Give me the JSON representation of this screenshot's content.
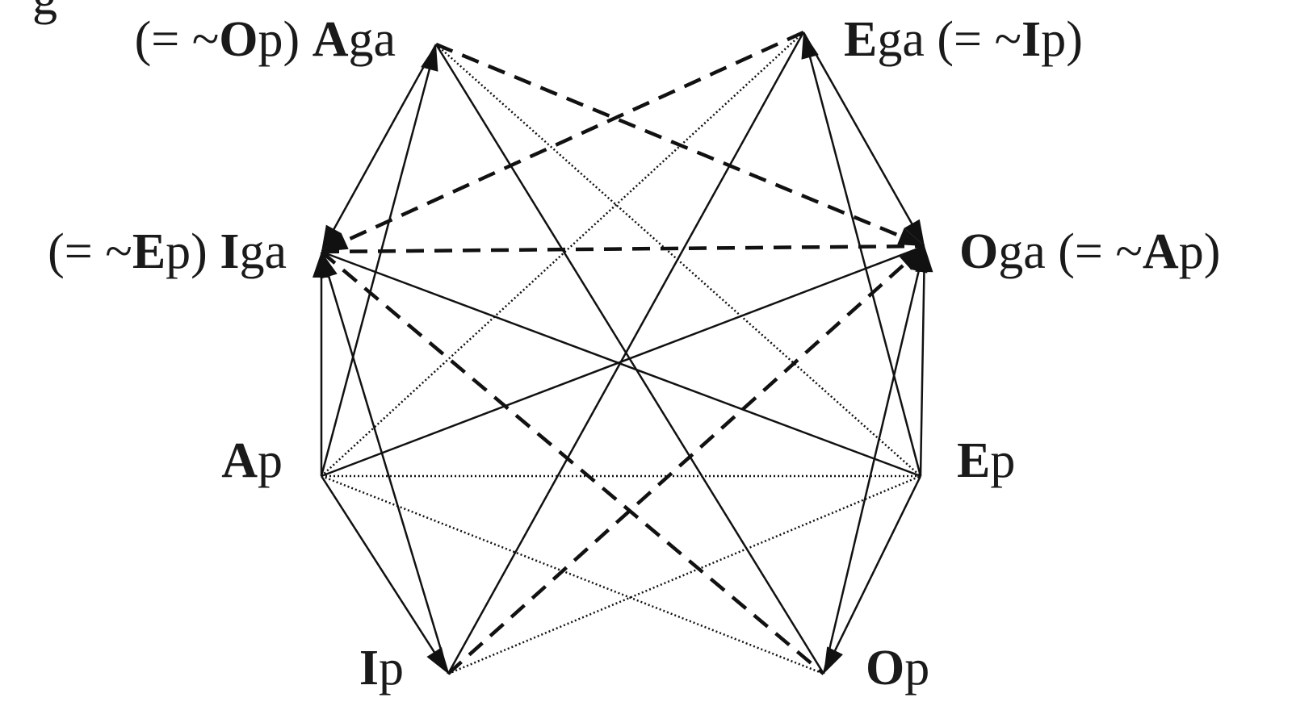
{
  "caption_fragment": "g",
  "nodes": [
    {
      "id": "Aga",
      "prefix": "(= ~",
      "prefix_bold": "O",
      "prefix_rest": "p) ",
      "bold": "A",
      "rest": "ga",
      "suffix": ""
    },
    {
      "id": "Ega",
      "prefix": "",
      "prefix_bold": "",
      "prefix_rest": "",
      "bold": "E",
      "rest": "ga",
      "suffix": " (= ~",
      "suffix_bold": "I",
      "suffix_rest": "p)"
    },
    {
      "id": "Iga",
      "prefix": "(= ~",
      "prefix_bold": "E",
      "prefix_rest": "p) ",
      "bold": "I",
      "rest": "ga",
      "suffix": ""
    },
    {
      "id": "Oga",
      "prefix": "",
      "prefix_bold": "",
      "prefix_rest": "",
      "bold": "O",
      "rest": "ga",
      "suffix": " (= ~",
      "suffix_bold": "A",
      "suffix_rest": "p)"
    },
    {
      "id": "Ap",
      "bold": "A",
      "rest": "p"
    },
    {
      "id": "Ep",
      "bold": "E",
      "rest": "p"
    },
    {
      "id": "Ip",
      "bold": "I",
      "rest": "p"
    },
    {
      "id": "Op",
      "bold": "O",
      "rest": "p"
    }
  ],
  "edges": [
    {
      "from": "Aga",
      "to": "Iga",
      "style": "solid",
      "arrow": true
    },
    {
      "from": "Ap",
      "to": "Aga",
      "style": "solid",
      "arrow": true
    },
    {
      "from": "Ega",
      "to": "Oga",
      "style": "solid",
      "arrow": true
    },
    {
      "from": "Ep",
      "to": "Ega",
      "style": "solid",
      "arrow": true
    },
    {
      "from": "Ap",
      "to": "Iga",
      "style": "solid",
      "arrow": true
    },
    {
      "from": "Ep",
      "to": "Oga",
      "style": "solid",
      "arrow": true
    },
    {
      "from": "Ap",
      "to": "Ip",
      "style": "solid",
      "arrow": true
    },
    {
      "from": "Ip",
      "to": "Iga",
      "style": "solid",
      "arrow": true
    },
    {
      "from": "Ep",
      "to": "Op",
      "style": "solid",
      "arrow": true
    },
    {
      "from": "Op",
      "to": "Oga",
      "style": "solid",
      "arrow": true
    },
    {
      "from": "Aga",
      "to": "Op",
      "style": "solid",
      "arrow": false
    },
    {
      "from": "Ega",
      "to": "Ip",
      "style": "solid",
      "arrow": false
    },
    {
      "from": "Iga",
      "to": "Ep",
      "style": "solid",
      "arrow": false
    },
    {
      "from": "Ap",
      "to": "Oga",
      "style": "solid",
      "arrow": false
    },
    {
      "from": "Aga",
      "to": "Oga",
      "style": "dashed",
      "arrow": true
    },
    {
      "from": "Ega",
      "to": "Iga",
      "style": "dashed",
      "arrow": true
    },
    {
      "from": "Iga",
      "to": "Oga",
      "style": "dashed",
      "arrow": false
    },
    {
      "from": "Iga",
      "to": "Op",
      "style": "dashed",
      "arrow": false
    },
    {
      "from": "Ip",
      "to": "Oga",
      "style": "dashed",
      "arrow": true
    },
    {
      "from": "Aga",
      "to": "Ep",
      "style": "dotted",
      "arrow": false
    },
    {
      "from": "Ega",
      "to": "Ap",
      "style": "dotted",
      "arrow": false
    },
    {
      "from": "Ap",
      "to": "Ep",
      "style": "dotted",
      "arrow": false
    },
    {
      "from": "Ap",
      "to": "Op",
      "style": "dotted",
      "arrow": false
    },
    {
      "from": "Ip",
      "to": "Ep",
      "style": "dotted",
      "arrow": false
    }
  ]
}
